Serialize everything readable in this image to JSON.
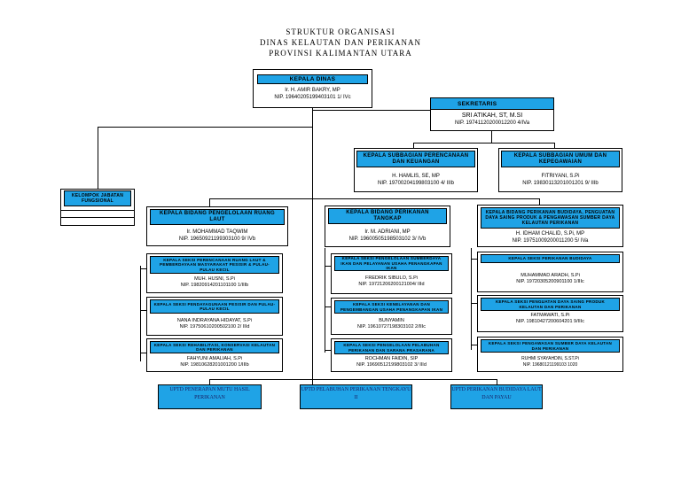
{
  "title": {
    "line1": "STRUKTUR ORGANISASI",
    "line2": "DINAS KELAUTAN DAN PERIKANAN",
    "line3": "PROVINSI KALIMANTAN UTARA"
  },
  "kepala_dinas": {
    "role": "KEPALA DINAS",
    "name": "Ir. H. AMIR BAKRY, MP",
    "nip": "NIP. 19640205199403101 1/ IVc"
  },
  "sekretaris": {
    "role": "SEKRETARIS",
    "name": "SRI ATIKAH, ST, M.SI",
    "nip": "NIP. 19741120200012200 4/IVa"
  },
  "subbag_keuangan": {
    "role": "KEPALA SUBBAGIAN PERENCANAAN DAN KEUANGAN",
    "name": "H. HAMLIS, SE, MP",
    "nip": "NIP. 19700204199803100 4/ IIIb"
  },
  "subbag_umum": {
    "role": "KEPALA SUBBAGIAN UMUM DAN KEPEGAWAIAN",
    "name": "FITRIYANI, S.Pi",
    "nip": "NIP. 19830113201001201 9/ IIIb"
  },
  "jabatan_fungsional": {
    "label": "KELOMPOK JABATAN FUNGSIONAL"
  },
  "bidang_ruang_laut": {
    "role": "KEPALA BIDANG PENGELOLAAN RUANG LAUT",
    "name": "Ir. MOHAMMAD TAQWIM",
    "nip": "NIP. 19650921199303100 9/ IVb",
    "seksi": [
      {
        "role": "KEPALA SEKSI PERENCANAAN RUANG LAUT & PEMBERDAYAAN MASYARAKAT PESISIR & PULAU-PULAU KECIL",
        "name": "MUH. HUSNI, S.Pi",
        "nip": "NIP. 19820914201101100 1/IIIb"
      },
      {
        "role": "KEPALA SEKSI PENDAYAGUNAAN PESISIR DAN PULAU-PULAU KECIL",
        "name": "NANA INDRAYANA HIDAYAT, S.Pi",
        "nip": "NIP. 19750610200502100 2/ IIId"
      },
      {
        "role": "KEPALA SEKSI REHABILITASI, KONSERVASI KELAUTAN DAN PERIKANAN",
        "name": "FAHYUNI AMALIAH, S.Pi",
        "nip": "NIP. 19810628201001200 1/IIIb"
      }
    ]
  },
  "bidang_tangkap": {
    "role": "KEPALA BIDANG PERIKANAN TANGKAP",
    "name": "Ir. M. ADRIANI, MP",
    "nip": "NIP. 19600505198503102 3/ IVb",
    "seksi": [
      {
        "role": "KEPALA SEKSI PENGELOLAAN SUMBERDAYA IKAN DAN PELAYANAN USAHA PENANGKAPAN IKAN",
        "name": "FREDRIK SIBULO, S.Pi",
        "nip": "NIP. 19721206200121004/ IIId"
      },
      {
        "role": "KEPALA SEKSI KENELAYANAN DAN PENGEMBANGAN USAHA PENANGKAPAN IKAN",
        "name": "BUNYAMIN",
        "nip": "NIP. 19610727198303102 2/IIIc"
      },
      {
        "role": "KEPALA SEKSI PENGELOLAAN PELABUHAN PERIKANAN DAN SARANA PRASARANA",
        "name": "ROCHMAN FAIDIN, SIP",
        "nip": "NIP. 19690512199803102 3/ IIId"
      }
    ]
  },
  "bidang_budidaya": {
    "role": "KEPALA BIDANG PERIKANAN BUDIDAYA, PENGUATAN DAYA SAING PRODUK & PENGAWASAN SUMBER DAYA KELAUTAN PERIKANAN",
    "name": "H. IDHAM CHALID, S.Pi, MP",
    "nip": "NIP. 19751009200011200 5/ IVa",
    "seksi": [
      {
        "role": "KEPALA SEKSI PERIKANAN BUDIDAYA",
        "name": "MUHAMMAD ARADH, S.Pi",
        "nip": "NIP. 19720305200901100 1/IIIc"
      },
      {
        "role": "KEPALA SEKSI PENGUATAN DAYA SAING PRODUK KELAUTAN DAN PERIKANAN",
        "name": "FATMAWATI, S.Pi",
        "nip": "NIP. 19810427200604201 9/IIIc"
      },
      {
        "role": "KEPALA SEKSI PENGAWASAN SUMBER DAYA KELAUTAN DAN PERIKANAN",
        "name": "RUHMI SYAYAHDIN, S.ST.Pi",
        "nip": "NIP. 19680121199103 1020"
      }
    ]
  },
  "uptd": [
    {
      "label": "UPTD PENERAPAN MUTU HASIL PERIKANAN"
    },
    {
      "label": "UPTD PELABUHAN PERIKANAN TENGKAYU II"
    },
    {
      "label": "UPTD PERIKANAN BUDIDAYA LAUT DAN PAYAU"
    }
  ]
}
